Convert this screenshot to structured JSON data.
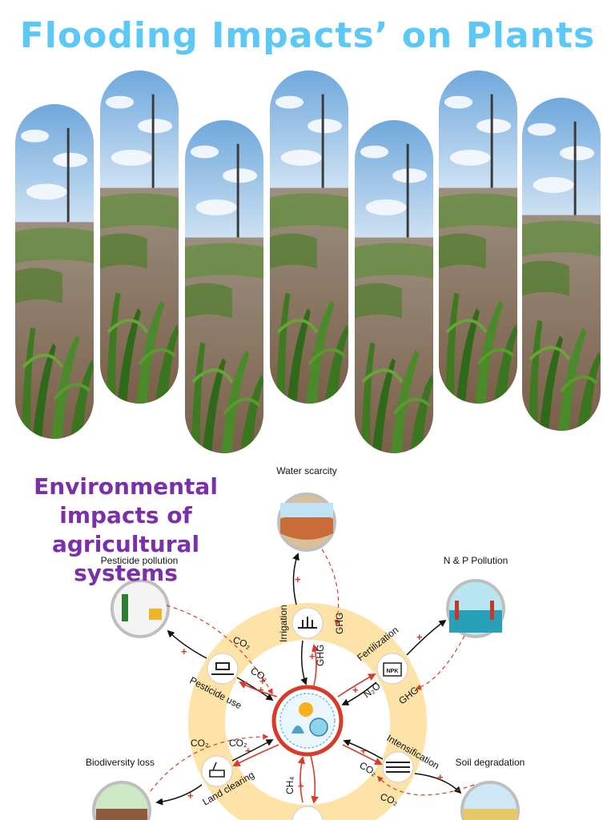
{
  "title": "Flooding Impacts’ on Plants",
  "subtitle": "Environmental impacts of agricultural systems",
  "diagram": {
    "nodes": {
      "water_scarcity": "Water scarcity",
      "np_pollution": "N & P Pollution",
      "pesticide_pollution": "Pesticide pollution",
      "biodiversity_loss": "Biodiversity loss",
      "soil_degradation": "Soil degradation"
    },
    "practices": {
      "irrigation": "Irrigation",
      "fertilization": "Fertilization",
      "pesticide_use": "Pesticide use",
      "land_clearing": "Land clearing",
      "intensification": "Intensification"
    },
    "flows": {
      "ghg": "GHG",
      "co2": "CO₂",
      "n2o": "N₂O",
      "ch4": "CH₄",
      "plus": "+",
      "npk": "NPK"
    }
  },
  "colors": {
    "title": "#5bc8f5",
    "subtitle": "#7b2fa8",
    "ring": "#fde3a7",
    "center_ring": "#d63b2c",
    "arrow_red": "#d63b2c"
  }
}
